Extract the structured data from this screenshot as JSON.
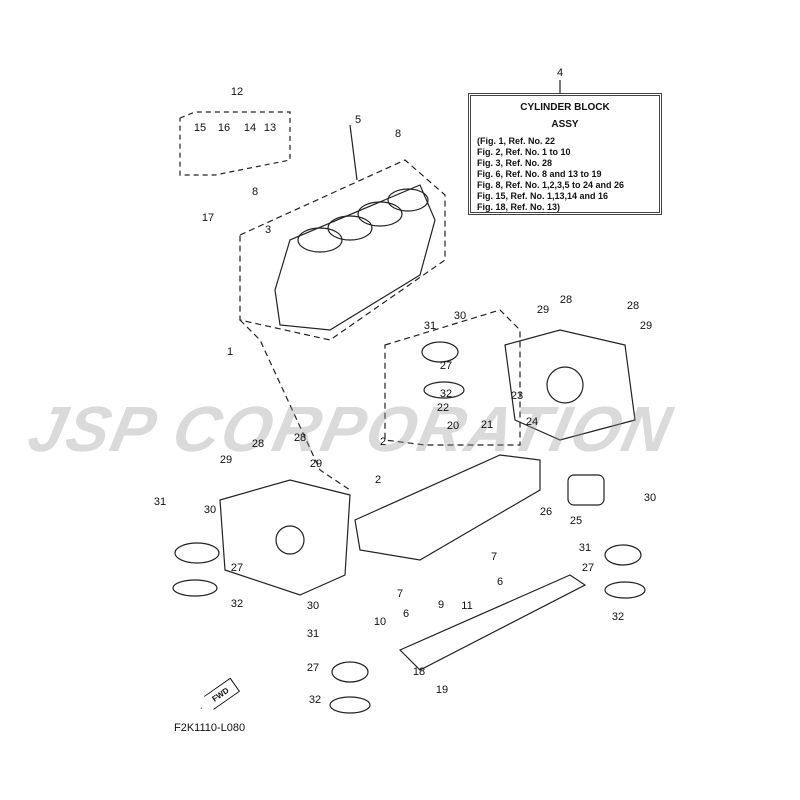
{
  "info_box": {
    "ref": "4",
    "title": "CYLINDER BLOCK",
    "subtitle": "ASSY",
    "lines": [
      "(Fig. 1, Ref. No. 22",
      " Fig. 2, Ref. No. 1 to 10",
      " Fig. 3, Ref. No. 28",
      " Fig. 6, Ref. No. 8 and 13 to 19",
      " Fig. 8, Ref. No. 1,2,3,5 to 24 and 26",
      " Fig. 15, Ref. No. 1,13,14 and 16",
      " Fig. 18, Ref. No. 13)"
    ]
  },
  "callouts": [
    "12",
    "15",
    "16",
    "14",
    "13",
    "17",
    "5",
    "8",
    "8",
    "3",
    "1",
    "30",
    "31",
    "27",
    "32",
    "29",
    "28",
    "28",
    "29",
    "22",
    "23",
    "20",
    "21",
    "24",
    "2",
    "2",
    "28",
    "28",
    "29",
    "29",
    "31",
    "30",
    "27",
    "32",
    "26",
    "25",
    "30",
    "31",
    "27",
    "32",
    "7",
    "7",
    "9",
    "11",
    "6",
    "6",
    "10",
    "30",
    "31",
    "27",
    "32",
    "18",
    "19"
  ],
  "watermark": "JSP CORPORATION",
  "fwd_label": "FWD",
  "figure_code": "F2K1110-L080"
}
